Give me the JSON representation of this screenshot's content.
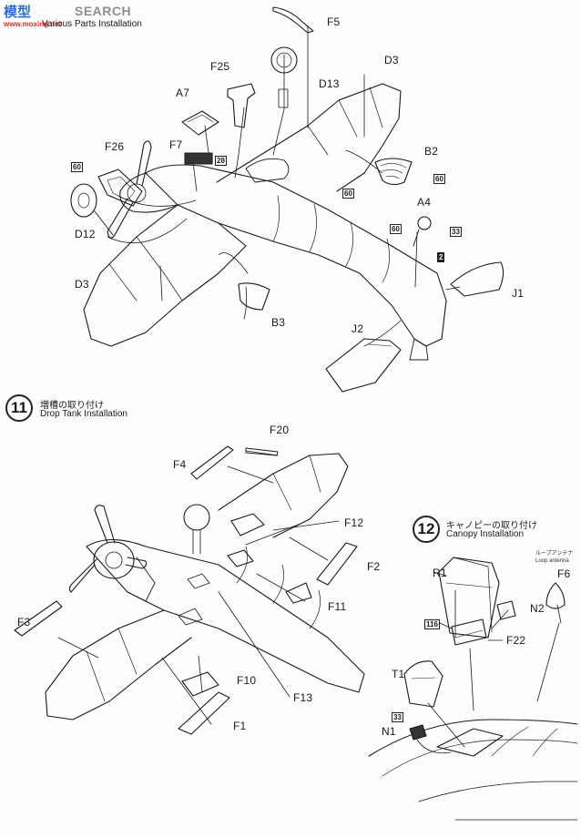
{
  "watermark": {
    "logo_text": "模型",
    "site": "www.moxing.net",
    "search": "SEARCH"
  },
  "step10": {
    "title_en": "Various Parts Installation"
  },
  "step11": {
    "number": "11",
    "title_jp": "増槽の取り付け",
    "title_en": "Drop Tank Installation"
  },
  "step12": {
    "number": "12",
    "title_jp": "キャノピーの取り付け",
    "title_en": "Canopy Installation",
    "note_line1": "ループアンテナ",
    "note_line2": "Loop antenna"
  },
  "part_labels": {
    "F5": "F5",
    "D3_top": "D3",
    "F25": "F25",
    "D13": "D13",
    "A7": "A7",
    "F26": "F26",
    "F7": "F7",
    "B2": "B2",
    "A4": "A4",
    "D12": "D12",
    "D3_left": "D3",
    "J1": "J1",
    "B3": "B3",
    "J2": "J2",
    "F20": "F20",
    "F4": "F4",
    "F12": "F12",
    "F2": "F2",
    "F11": "F11",
    "F3": "F3",
    "F10": "F10",
    "F13": "F13",
    "F1": "F1",
    "R1": "R1",
    "F6": "F6",
    "N2": "N2",
    "F22": "F22",
    "T1": "T1",
    "N1": "N1"
  },
  "color_codes": {
    "c60_a": "60",
    "c28": "28",
    "c60_b": "60",
    "c60_c": "60",
    "c60_d": "60",
    "c33_a": "33",
    "c2": "2",
    "c116": "116",
    "c33_b": "33"
  },
  "colors": {
    "ink": "#1a1a1a",
    "paper": "#fdfdfd",
    "logo_blue": "#2e6fd0",
    "logo_red": "#d8332a"
  }
}
